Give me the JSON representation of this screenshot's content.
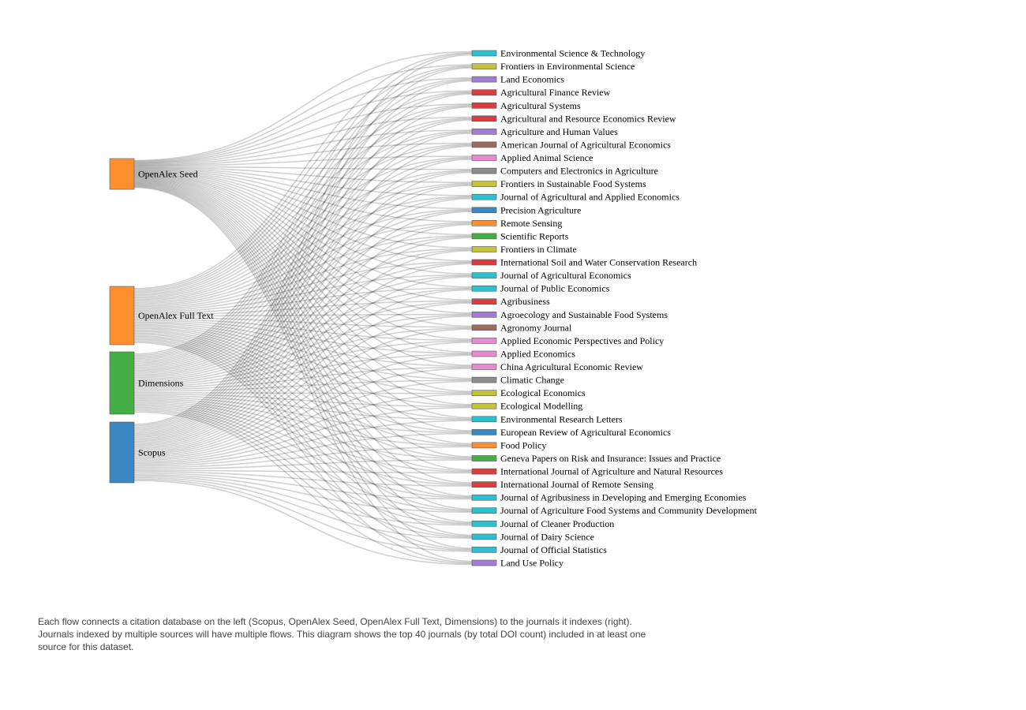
{
  "chart_data": {
    "type": "sankey",
    "sources": [
      {
        "name": "OpenAlex Seed",
        "color": "#ff8f2e",
        "value": 40
      },
      {
        "name": "OpenAlex Full Text",
        "color": "#ff8f2e",
        "value": 80
      },
      {
        "name": "Dimensions",
        "color": "#45ad45",
        "value": 85
      },
      {
        "name": "Scopus",
        "color": "#3a87c2",
        "value": 83
      }
    ],
    "targets": [
      {
        "name": "Environmental Science & Technology",
        "color": "#2ec0d0"
      },
      {
        "name": "Frontiers in Environmental Science",
        "color": "#c4c43a"
      },
      {
        "name": "Land Economics",
        "color": "#a07ed0"
      },
      {
        "name": "Agricultural Finance Review",
        "color": "#d83e40"
      },
      {
        "name": "Agricultural Systems",
        "color": "#d83e40"
      },
      {
        "name": "Agricultural and Resource Economics Review",
        "color": "#d83e40"
      },
      {
        "name": "Agriculture and Human Values",
        "color": "#a07ed0"
      },
      {
        "name": "American Journal of Agricultural Economics",
        "color": "#9a6a5c"
      },
      {
        "name": "Applied Animal Science",
        "color": "#e88bce"
      },
      {
        "name": "Computers and Electronics in Agriculture",
        "color": "#8c8c8c"
      },
      {
        "name": "Frontiers in Sustainable Food Systems",
        "color": "#c4c43a"
      },
      {
        "name": "Journal of Agricultural and Applied Economics",
        "color": "#2ec0d0"
      },
      {
        "name": "Precision Agriculture",
        "color": "#3a87c2"
      },
      {
        "name": "Remote Sensing",
        "color": "#ff8f2e"
      },
      {
        "name": "Scientific Reports",
        "color": "#45ad45"
      },
      {
        "name": "Frontiers in Climate",
        "color": "#c4c43a"
      },
      {
        "name": "International Soil and Water Conservation Research",
        "color": "#d83e40"
      },
      {
        "name": "Journal of Agricultural Economics",
        "color": "#2ec0d0"
      },
      {
        "name": "Journal of Public Economics",
        "color": "#2ec0d0"
      },
      {
        "name": "Agribusiness",
        "color": "#d83e40"
      },
      {
        "name": "Agroecology and Sustainable Food Systems",
        "color": "#a07ed0"
      },
      {
        "name": "Agronomy Journal",
        "color": "#9a6a5c"
      },
      {
        "name": "Applied Economic Perspectives and Policy",
        "color": "#e88bce"
      },
      {
        "name": "Applied Economics",
        "color": "#e88bce"
      },
      {
        "name": "China Agricultural Economic Review",
        "color": "#e88bce"
      },
      {
        "name": "Climatic Change",
        "color": "#8c8c8c"
      },
      {
        "name": "Ecological Economics",
        "color": "#c4c43a"
      },
      {
        "name": "Ecological Modelling",
        "color": "#c4c43a"
      },
      {
        "name": "Environmental Research Letters",
        "color": "#2ec0d0"
      },
      {
        "name": "European Review of Agricultural Economics",
        "color": "#3a87c2"
      },
      {
        "name": "Food Policy",
        "color": "#ff8f2e"
      },
      {
        "name": "Geneva Papers on Risk and Insurance: Issues and Practice",
        "color": "#45ad45"
      },
      {
        "name": "International Journal of Agriculture and Natural Resources",
        "color": "#d83e40"
      },
      {
        "name": "International Journal of Remote Sensing",
        "color": "#d83e40"
      },
      {
        "name": "Journal of Agribusiness in Developing and Emerging Economies",
        "color": "#2ec0d0"
      },
      {
        "name": "Journal of Agriculture Food Systems and Community Development",
        "color": "#2ec0d0"
      },
      {
        "name": "Journal of Cleaner Production",
        "color": "#2ec0d0"
      },
      {
        "name": "Journal of Dairy Science",
        "color": "#2ec0d0"
      },
      {
        "name": "Journal of Official Statistics",
        "color": "#2ec0d0"
      },
      {
        "name": "Land Use Policy",
        "color": "#a07ed0"
      }
    ],
    "link_color": "#000000"
  },
  "caption": "Each flow connects a citation database on the left (Scopus, OpenAlex Seed, OpenAlex Full Text, Dimensions) to the journals it indexes (right). Journals indexed by multiple sources will have multiple flows. This diagram shows the top 40 journals (by total DOI count) included in at least one source for this dataset."
}
